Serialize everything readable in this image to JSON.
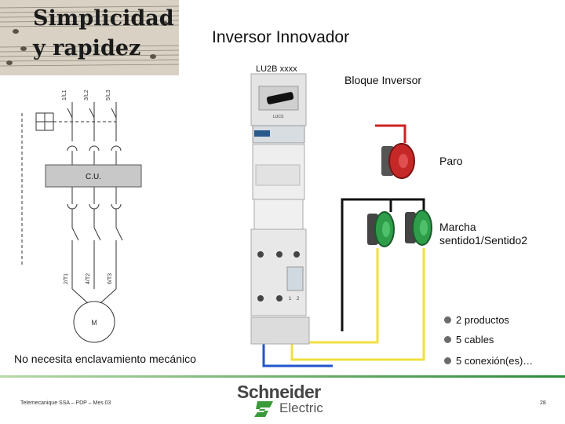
{
  "logo": {
    "line1": "Simplicidad",
    "line2": "y rapidez"
  },
  "title": "Inversor Innovador",
  "product_ref": "LU2B xxxx",
  "labels": {
    "bloque": "Bloque Inversor",
    "paro": "Paro",
    "marcha_line1": "Marcha",
    "marcha_line2": "sentido1/Sentido2"
  },
  "diagram": {
    "top_terminals": [
      "1/L1",
      "3/L2",
      "5/L3"
    ],
    "unit_label": "C.U.",
    "bottom_terminals": [
      "2/T1",
      "4/T2",
      "6/T3"
    ],
    "motor_label": "M"
  },
  "device": {
    "model_label": "LUCS",
    "side_numbers": [
      "1",
      "2"
    ]
  },
  "bullets": [
    "2 productos",
    "5 cables",
    "5 conexión(es)…"
  ],
  "note": "No necesita enclavamiento mecánico",
  "footer": {
    "left": "Telemecanique SSA – PDP – Mes 03",
    "brand_name": "Schneider",
    "brand_sub": "Electric",
    "page": "28"
  },
  "colors": {
    "stop_wire": "#cc2222",
    "motor_wire": "#2255cc",
    "dir_wire_1": "#f2e040",
    "dir_wire_2": "#f2e040",
    "common_wire": "#111111",
    "accent": "#2e8b3a"
  }
}
